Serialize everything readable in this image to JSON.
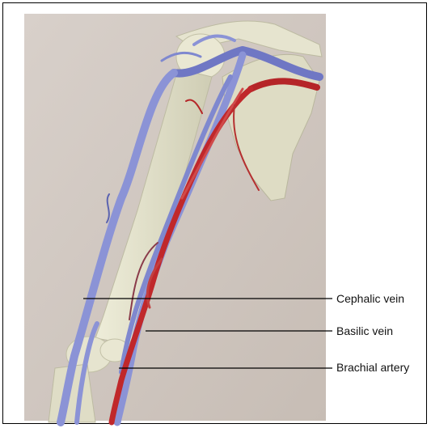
{
  "figure": {
    "labels": {
      "cephalic": "Cephalic vein",
      "basilic": "Basilic vein",
      "brachial": "Brachial artery"
    },
    "colors": {
      "background": "#cfc6bf",
      "bone": "#e4e2cc",
      "vein": "#8b93d6",
      "vein_dark": "#5b63b0",
      "artery": "#c0282b",
      "leader_line": "#000000"
    }
  }
}
